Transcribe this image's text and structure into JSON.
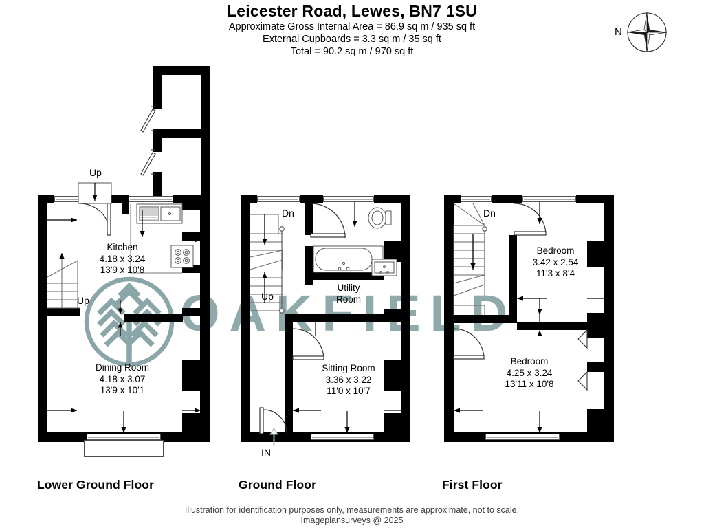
{
  "header": {
    "title": "Leicester Road, Lewes, BN7 1SU",
    "line1": "Approximate Gross Internal Area = 86.9 sq m / 935 sq ft",
    "line2": "External Cupboards = 3.3 sq m / 35 sq ft",
    "line3": "Total = 90.2 sq m / 970 sq ft"
  },
  "compass": {
    "north_label": "N",
    "icon": "compass-rose-icon"
  },
  "watermark": {
    "text": "OAKFIELD",
    "logo": "oakfield-tree-logo",
    "color": "#8ba6a8"
  },
  "floors": [
    {
      "key": "lower_ground",
      "label": "Lower Ground Floor",
      "rooms": [
        {
          "name": "Kitchen",
          "metric": "4.18 x 3.24",
          "imperial": "13'9 x 10'8"
        },
        {
          "name": "Dining Room",
          "metric": "4.18 x 3.07",
          "imperial": "13'9 x 10'1"
        }
      ],
      "annotations": [
        "Up",
        "Up"
      ]
    },
    {
      "key": "ground",
      "label": "Ground Floor",
      "rooms": [
        {
          "name": "Utility",
          "name2": "Room",
          "metric": "",
          "imperial": ""
        },
        {
          "name": "Sitting Room",
          "metric": "3.36 x 3.22",
          "imperial": "11'0 x 10'7"
        }
      ],
      "annotations": [
        "Dn",
        "Up",
        "IN"
      ]
    },
    {
      "key": "first",
      "label": "First Floor",
      "rooms": [
        {
          "name": "Bedroom",
          "metric": "3.42 x 2.54",
          "imperial": "11'3 x 8'4"
        },
        {
          "name": "Bedroom",
          "metric": "4.25 x 3.24",
          "imperial": "13'11 x 10'8"
        }
      ],
      "annotations": [
        "Dn"
      ]
    }
  ],
  "footer": {
    "line1": "Illustration for identification purposes only, measurements are approximate, not to scale.",
    "line2": "Imageplansurveys @ 2025"
  }
}
